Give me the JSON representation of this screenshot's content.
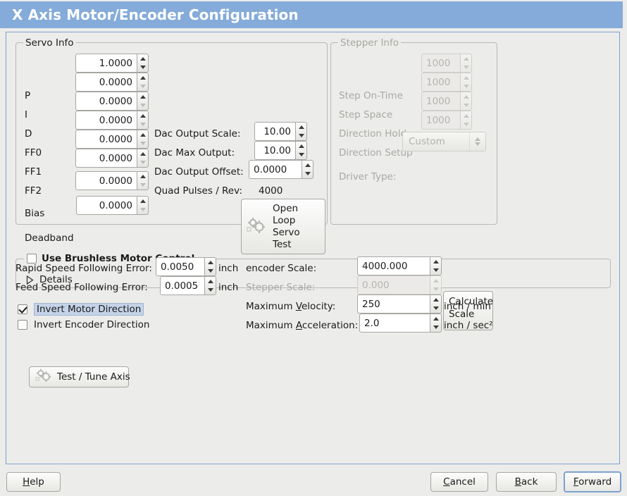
{
  "window": {
    "title": "X Axis Motor/Encoder Configuration",
    "title_bar_color": "#84abd9",
    "panel_border_color": "#7ba3d0",
    "background_color": "#ececea"
  },
  "servo_info": {
    "legend": "Servo Info",
    "rows": [
      {
        "label": "P",
        "value": "1.0000",
        "enabled": true
      },
      {
        "label": "I",
        "value": "0.0000",
        "enabled": true
      },
      {
        "label": "D",
        "value": "0.0000",
        "enabled": true
      },
      {
        "label": "FF0",
        "value": "0.0000",
        "enabled": true
      },
      {
        "label": "FF1",
        "value": "0.0000",
        "enabled": true
      },
      {
        "label": "FF2",
        "value": "0.0000",
        "enabled": true
      },
      {
        "label": "Bias",
        "value": "0.0000",
        "enabled": true
      },
      {
        "label": "Deadband",
        "value": "0.0000",
        "enabled": true
      }
    ],
    "dac": [
      {
        "label": "Dac Output Scale:",
        "value": "10.00"
      },
      {
        "label": "Dac Max Output:",
        "value": "10.00"
      },
      {
        "label": "Dac Output Offset:",
        "value": "0.0000"
      }
    ],
    "quad_pulses_label": "Quad Pulses / Rev:",
    "quad_pulses_value": "4000",
    "open_loop_button": "Open Loop Servo Test",
    "open_loop_lines": [
      "Open",
      "Loop",
      "Servo",
      "Test"
    ],
    "open_loop_icon": "gears-icon"
  },
  "stepper_info": {
    "legend": "Stepper Info",
    "enabled": false,
    "rows": [
      {
        "label": "Step On-Time",
        "value": "1000"
      },
      {
        "label": "Step Space",
        "value": "1000"
      },
      {
        "label": "Direction Hold",
        "value": "1000"
      },
      {
        "label": "Direction Setup",
        "value": "1000"
      }
    ],
    "driver_type_label": "Driver Type:",
    "driver_type_value": "Custom"
  },
  "brushless": {
    "checkbox_label": "Use Brushless Motor Control",
    "checked": false,
    "details_label": "Details",
    "details_expanded": false,
    "expander_icon": "triangle-right-icon"
  },
  "following_error": {
    "rapid_label": "Rapid Speed Following Error:",
    "rapid_value": "0.0050",
    "rapid_unit": "inch",
    "feed_label": "Feed Speed Following Error:",
    "feed_value": "0.0005",
    "feed_unit": "inch"
  },
  "direction": {
    "invert_motor_label": "Invert Motor Direction",
    "invert_motor_checked": true,
    "invert_motor_focused": true,
    "invert_encoder_label": "Invert Encoder Direction",
    "invert_encoder_checked": false,
    "test_tune_label": "Test / Tune Axis",
    "test_tune_icon": "gears-icon"
  },
  "scale": {
    "encoder_label": "encoder Scale:",
    "encoder_value": "4000.000",
    "encoder_enabled": true,
    "stepper_label": "Stepper Scale:",
    "stepper_value": "0.000",
    "stepper_enabled": false,
    "calculate_button": "Calculate Scale",
    "calculate_lines": [
      "Calculate",
      "Scale"
    ],
    "max_velocity_label_pre": "Maximum ",
    "max_velocity_label_mn": "V",
    "max_velocity_label_post": "elocity:",
    "max_velocity_value": "250",
    "max_velocity_unit": "inch / min",
    "max_accel_label_pre": "Maximum ",
    "max_accel_label_mn": "A",
    "max_accel_label_post": "cceleration:",
    "max_accel_value": "2.0",
    "max_accel_unit": "inch / sec²"
  },
  "actions": {
    "help": {
      "pre": "",
      "mn": "H",
      "post": "elp",
      "focused": false
    },
    "cancel": {
      "pre": "",
      "mn": "C",
      "post": "ancel",
      "focused": false
    },
    "back": {
      "pre": "",
      "mn": "B",
      "post": "ack",
      "focused": false
    },
    "forward": {
      "pre": "",
      "mn": "F",
      "post": "orward",
      "focused": true
    }
  }
}
